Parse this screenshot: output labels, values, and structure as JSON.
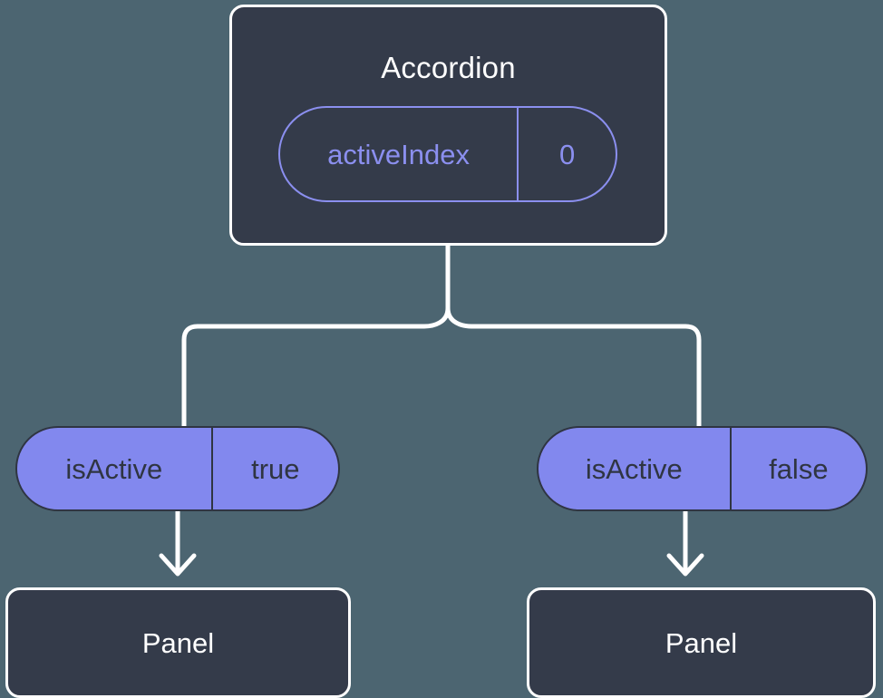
{
  "diagram": {
    "background_color": "#4c6571",
    "box_fill_color": "#343b4a",
    "box_border_color": "#ffffff",
    "pill_fill_color": "#8288ee",
    "pill_outline_color": "#8b8fef",
    "pill_text_dark_color": "#2f3542",
    "connector_color": "#ffffff"
  },
  "root": {
    "title": "Accordion",
    "state": {
      "key": "activeIndex",
      "value": "0"
    }
  },
  "branches": [
    {
      "prop": {
        "key": "isActive",
        "value": "true"
      },
      "child": {
        "title": "Panel"
      }
    },
    {
      "prop": {
        "key": "isActive",
        "value": "false"
      },
      "child": {
        "title": "Panel"
      }
    }
  ]
}
